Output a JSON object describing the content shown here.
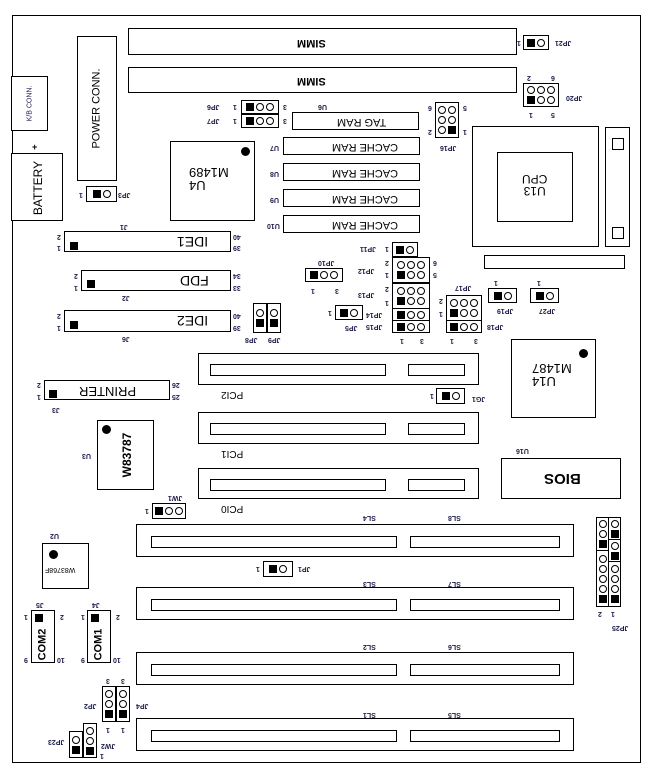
{
  "simm": [
    "SIMM",
    "SIMM"
  ],
  "kb": "K/B CONN.",
  "battery": {
    "label": "BATTERY",
    "plus": "+"
  },
  "power": "POWER CONN.",
  "tag": {
    "ref": "U6",
    "label": "TAG RAM"
  },
  "cache": [
    {
      "ref": "U7",
      "label": "CACHE RAM"
    },
    {
      "ref": "U8",
      "label": "CACHE RAM"
    },
    {
      "ref": "U9",
      "label": "CACHE RAM"
    },
    {
      "ref": "U10",
      "label": "CACHE RAM"
    }
  ],
  "u4": {
    "ref": "U4",
    "chip": "M1489"
  },
  "cpu": {
    "ref": "U13",
    "label": "CPU"
  },
  "u14": {
    "ref": "U14",
    "chip": "M1487"
  },
  "bios": {
    "ref": "U16",
    "label": "BIOS"
  },
  "u3": {
    "ref": "U3",
    "chip": "W83787"
  },
  "u2": {
    "ref": "U2",
    "chip": "W83768F"
  },
  "headers": {
    "ide1": {
      "label": "IDE1",
      "ref": "J1",
      "p": [
        "2",
        "1",
        "40",
        "39"
      ]
    },
    "fdd": {
      "label": "FDD",
      "ref": "J2",
      "p": [
        "2",
        "1",
        "34",
        "33"
      ]
    },
    "ide2": {
      "label": "IDE2",
      "ref": "J6",
      "p": [
        "2",
        "1",
        "40",
        "39"
      ]
    },
    "printer": {
      "label": "PRINTER",
      "ref": "J3",
      "p": [
        "2",
        "1",
        "26",
        "25"
      ]
    },
    "com2": {
      "label": "COM2",
      "ref": "J5",
      "p": [
        "1",
        "2",
        "9",
        "10"
      ]
    },
    "com1": {
      "label": "COM1",
      "ref": "J4",
      "p": [
        "1",
        "2",
        "9",
        "10"
      ]
    }
  },
  "pci": [
    "PCI2",
    "PCI1",
    "PCI0"
  ],
  "isa": [
    [
      "SL4",
      "SL8"
    ],
    [
      "SL3",
      "SL7"
    ],
    [
      "SL2",
      "SL6"
    ],
    [
      "SL1",
      "SL5"
    ]
  ],
  "jumpers": {
    "jp21": {
      "name": "JP21",
      "p": [
        "1"
      ]
    },
    "jp20": {
      "name": "JP20",
      "p": [
        "2",
        "6",
        "1",
        "5"
      ]
    },
    "jp6": {
      "name": "JP6",
      "p": [
        "1",
        "3"
      ]
    },
    "jp7": {
      "name": "JP7",
      "p": [
        "1",
        "3"
      ]
    },
    "jp3": {
      "name": "JP3",
      "p": [
        "1"
      ]
    },
    "jp16": {
      "name": "JP16",
      "p": [
        "6",
        "5",
        "2",
        "1"
      ]
    },
    "jp11": {
      "name": "JP11",
      "p": [
        "1"
      ]
    },
    "jp12": {
      "name": "JP12",
      "p": [
        "2",
        "1",
        "6",
        "5"
      ]
    },
    "jp13": {
      "name": "JP13",
      "p": [
        "2",
        "1"
      ]
    },
    "jp14": {
      "name": "JP14"
    },
    "jp15": {
      "name": "JP15",
      "p": [
        "1",
        "3"
      ]
    },
    "jp10": {
      "name": "JP10",
      "p": [
        "1",
        "3"
      ]
    },
    "jp5": {
      "name": "JP5",
      "p": [
        "1"
      ]
    },
    "jp17": {
      "name": "JP17",
      "p": [
        "2",
        "1"
      ]
    },
    "jp18": {
      "name": "JP18",
      "p": [
        "1",
        "3"
      ]
    },
    "jp19": {
      "name": "JP19",
      "p": [
        "1"
      ]
    },
    "jp27": {
      "name": "JP27",
      "p": [
        "1"
      ]
    },
    "jp8": {
      "name": "JP8"
    },
    "jp9": {
      "name": "JP9"
    },
    "jg1": {
      "name": "JG1",
      "p": [
        "1"
      ]
    },
    "jw1": {
      "name": "JW1",
      "p": [
        "1"
      ]
    },
    "jp1": {
      "name": "JP1",
      "p": [
        "1"
      ]
    },
    "jp25": {
      "name": "JP25",
      "p": [
        "1",
        "2"
      ]
    },
    "jp2": {
      "name": "JP2",
      "p": [
        "3",
        "1"
      ]
    },
    "jp4": {
      "name": "JP4",
      "p": [
        "3",
        "1"
      ]
    },
    "jp23": {
      "name": "JP23"
    },
    "jw2": {
      "name": "JW2",
      "p": [
        "1"
      ]
    }
  }
}
